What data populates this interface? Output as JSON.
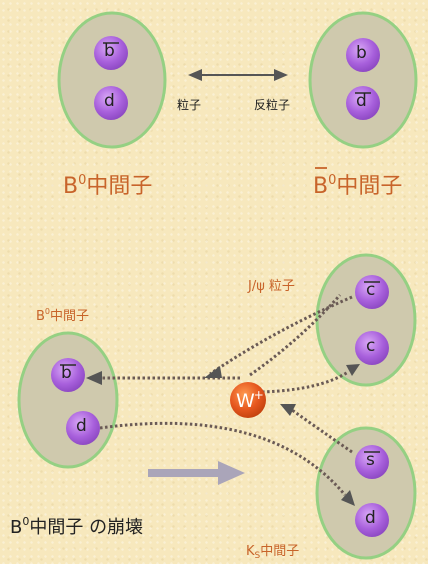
{
  "top": {
    "meson_left": {
      "quarks": [
        "b",
        "d"
      ],
      "bar": [
        true,
        false
      ],
      "label_base": "B",
      "label_sup": "0",
      "label_suffix": "中間子"
    },
    "meson_right": {
      "quarks": [
        "b",
        "d"
      ],
      "bar": [
        false,
        true
      ],
      "label_base": "B",
      "label_sup": "0",
      "label_suffix": "中間子"
    },
    "particle_label": "粒子",
    "antiparticle_label": "反粒子"
  },
  "decay": {
    "b_meson_label": {
      "base": "B",
      "sup": "0",
      "suffix": "中間子"
    },
    "jpsi_label": "J/ψ 粒子",
    "ks_label": {
      "base": "K",
      "sub": "S",
      "suffix": "中間子"
    },
    "title": {
      "base": "B",
      "sup": "0",
      "suffix": "中間子 の崩壊"
    },
    "b_meson_quarks": [
      "b",
      "d"
    ],
    "jpsi_quarks": [
      "c",
      "c"
    ],
    "ks_quarks": [
      "s",
      "d"
    ],
    "w_boson": {
      "letter": "W",
      "sup": "+"
    }
  },
  "colors": {
    "quark": "#a860dc",
    "meson_fill": "#cfc9ad",
    "meson_border": "#95d083",
    "label_orange": "#c8642a",
    "arrow_gray": "#555555",
    "w_boson": "#e5561e",
    "motion_arrow": "#aaa5b9"
  }
}
